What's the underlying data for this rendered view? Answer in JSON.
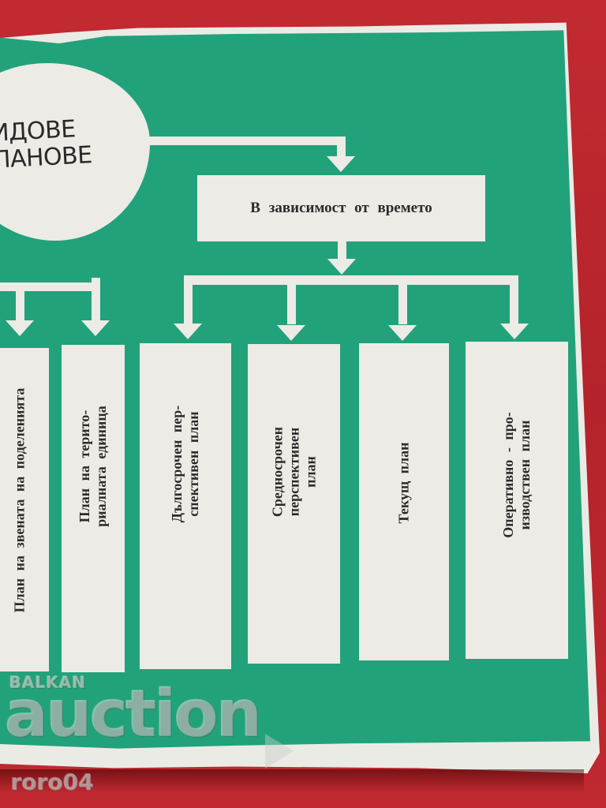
{
  "diagram": {
    "title_lines": [
      "ИДОВЕ",
      "ПАНОВЕ"
    ],
    "category": {
      "label": "В зависимост от времето"
    },
    "left_plans": [
      {
        "lines": [
          "План на звената на поделенията"
        ]
      },
      {
        "lines": [
          "План на терито-",
          "риалната единица"
        ]
      }
    ],
    "time_plans": [
      {
        "lines": [
          "Дългосрочен пер-",
          "спективен план"
        ]
      },
      {
        "lines": [
          "Средносрочен",
          "перспективен",
          "план"
        ]
      },
      {
        "lines": [
          "Текущ план"
        ]
      },
      {
        "lines": [
          "Оперативно - про-",
          "изводствен план"
        ]
      }
    ]
  },
  "watermark": {
    "brand_top": "BALKAN",
    "brand_main": "auction",
    "user": "roro04"
  },
  "colors": {
    "print_green": "#22a27a",
    "paper_white": "#ecebe6",
    "background_red": "#b8252c",
    "text": "#2a2a2a"
  }
}
